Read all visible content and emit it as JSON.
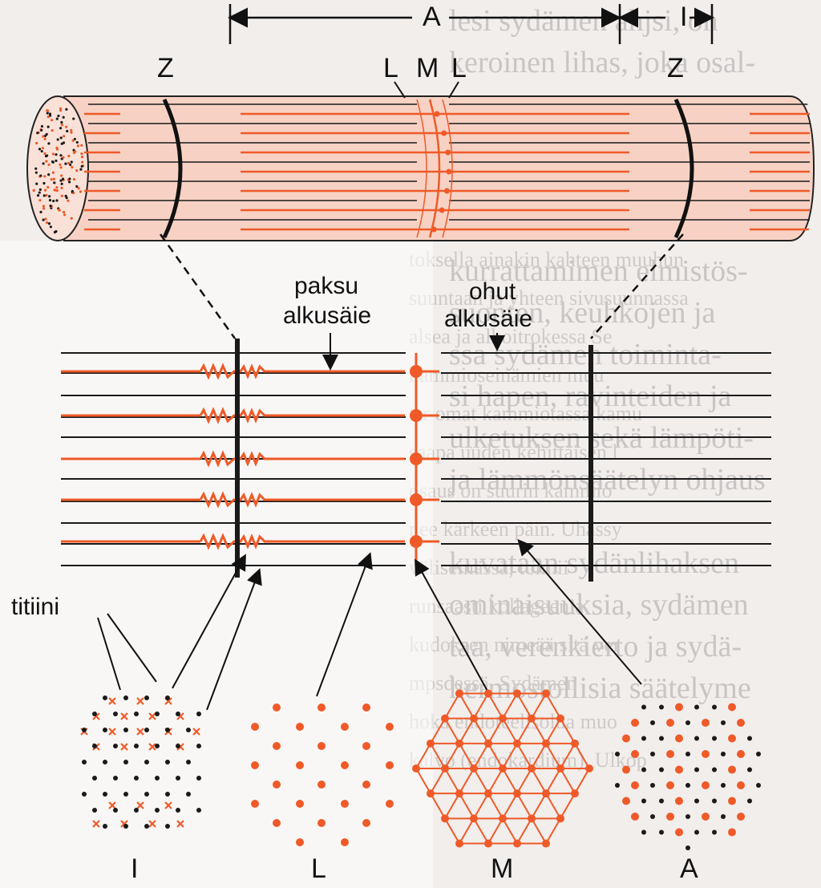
{
  "labels": {
    "A_top": "A",
    "I_top": "I",
    "Z_left": "Z",
    "Z_right": "Z",
    "L_left": "L",
    "M_top": "M",
    "L_right": "L",
    "paksu_line1": "paksu",
    "paksu_line2": "alkusäie",
    "ohut_line1": "ohut",
    "ohut_line2": "alkusäie",
    "titiini": "titiini",
    "I_bottom": "I",
    "L_bottom": "L",
    "M_bottom": "M",
    "A_bottom": "A"
  },
  "colors": {
    "thick_filament": "#ef5a28",
    "thin_filament": "#1a1a1a",
    "myofibril_fill": "#f7d2c4",
    "background": "#f1eeec"
  },
  "background_text": {
    "right_column": [
      "lesi sydämen ahjsi, on",
      "keroinen lihas, joka osal-",
      "",
      "",
      "",
      "",
      "kurrattamimen elmistös-",
      "suonten, keuhkojen ja",
      "ssa sydämen toiminta-",
      "si hapen, ravinteiden ja",
      "ulketuksen sekä lämpöti-",
      "ja lämmönsäätelyn ohjaus",
      "",
      "kuvataan sydänlihaksen",
      "ominaisuuksia, sydämen",
      "taa, verenkierto ja sydä-",
      "hermostollisia säätelyme",
      "",
      "",
      "",
      "",
      "",
      "",
      ""
    ],
    "middle_column": [
      "toksella ainakin kahteen muuhun",
      "suuntaan ja yhteen sivusuunnassa",
      "",
      "",
      "alsea ja alhoitrokessa Se",
      "kammioseinämien muu",
      "tsr omat kammiotassa kamu",
      "saapa uuden kehittäisen l",
      "osaus on suurin kammio",
      "nee kärkeen päin. Uhassy",
      "väliseinässä, toimii",
      "runsaasti kollageenia",
      "kudoksen nimeää sitä ver",
      "mpsdessä. Sydämen",
      "hoka endoteelisolua muo",
      "kalvo (endokardium). Ulkop"
    ]
  }
}
